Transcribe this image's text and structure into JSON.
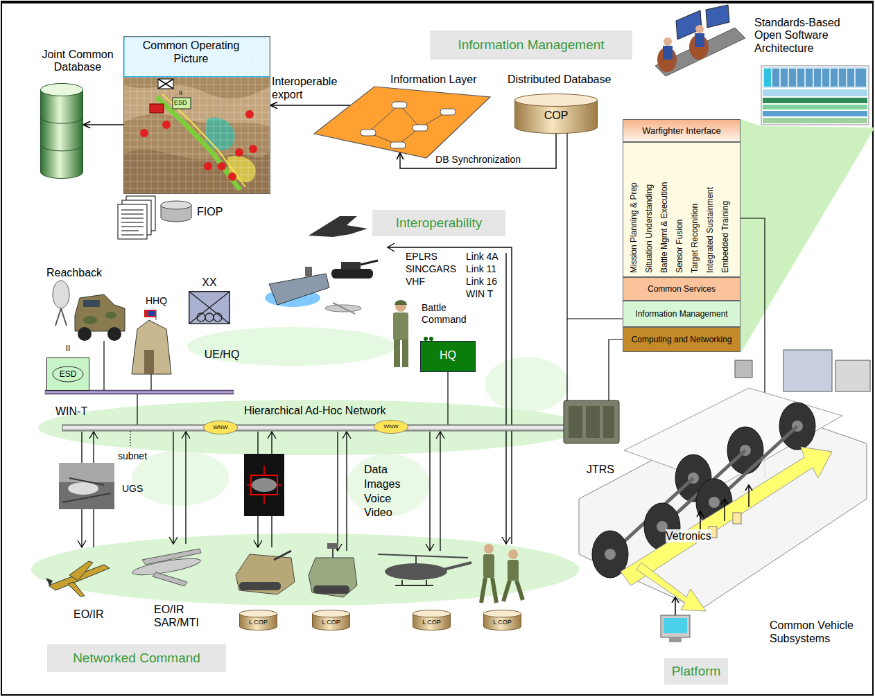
{
  "diagram": {
    "nodes": [
      {
        "text": [
          "Joint Common Database"
        ]
      },
      {
        "text": [
          "Common Operating Picture"
        ]
      },
      {
        "text": [
          "Information Management"
        ]
      },
      {
        "text": [
          "Information Layer"
        ]
      },
      {
        "text": [
          "Distributed Database",
          "COP"
        ]
      },
      {
        "text": [
          "Warfighter Interface"
        ]
      },
      {
        "text": [
          "Mission Planning & Prep",
          "Situation Understanding",
          "Battle Mgmt & Execution",
          "Sensor Fusion",
          "Target Recognition",
          "Integrated Sustainment",
          "Embedded Training"
        ]
      },
      {
        "text": [
          "Interoperability"
        ]
      },
      {
        "text": [
          "Common Services"
        ]
      },
      {
        "text": [
          "Information Management"
        ]
      },
      {
        "text": [
          "Computing and Networking"
        ]
      },
      {
        "text": [
          "II",
          "ESD"
        ]
      },
      {
        "text": [
          "XX",
          "UE/HQ"
        ]
      },
      {
        "text": [
          "Battle Command",
          "HQ"
        ]
      },
      {
        "text": [
          "WNW"
        ]
      },
      {
        "text": [
          "WNW"
        ]
      },
      {
        "text": [
          "L COP"
        ]
      },
      {
        "text": [
          "L COP"
        ]
      },
      {
        "text": [
          "L COP"
        ]
      },
      {
        "text": [
          "L COP"
        ]
      },
      {
        "text": [
          "Networked Command"
        ]
      },
      {
        "text": [
          "Platform"
        ]
      }
    ],
    "edges": [
      {
        "from": 3,
        "to": 1,
        "label": "Interoperable export",
        "arrow": "to"
      },
      {
        "from": 1,
        "to": 0,
        "arrow": "to"
      },
      {
        "from": 4,
        "to": 3,
        "label": "DB Synchronization",
        "arrow": "to"
      }
    ],
    "labels": [
      "Standards-Based Open Software Architecture",
      "FIOP",
      "EPLRS",
      "SINCGARS",
      "VHF",
      "Link 4A",
      "Link 11",
      "Link 16",
      "WIN T",
      "Reachback",
      "HHQ",
      "WIN-T",
      "Hierarchical Ad-Hoc Network",
      "subnet",
      "UGS",
      "Data Images Voice Video",
      "JTRS",
      "Vetronics",
      "EO/IR",
      "EO/IR SAR/MTI",
      "Common Vehicle Subsystems",
      "II",
      "ESD"
    ]
  }
}
